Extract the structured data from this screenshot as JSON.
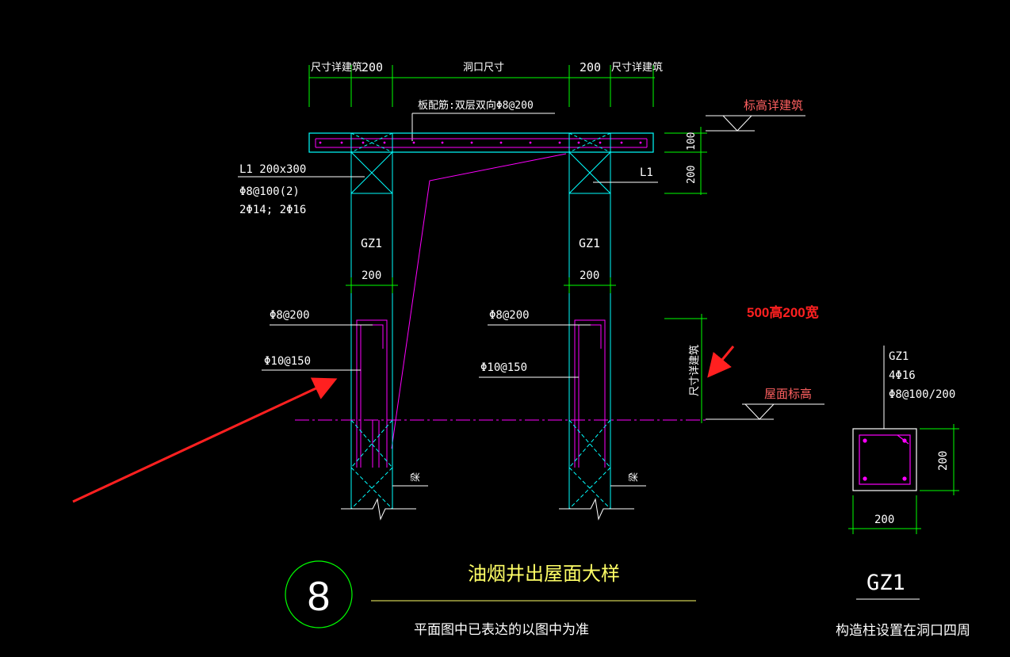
{
  "colors": {
    "background": "#000000",
    "concrete_outline": "#00ffff",
    "rebar": "#ff00ff",
    "dimension": "#00ff00",
    "text": "#ffffff",
    "elevation": "#ff6060",
    "title": "#ffff66",
    "annotation": "#ff2020"
  },
  "top_dims": {
    "left_arch": "尺寸详建筑",
    "left_col": "200",
    "opening": "洞口尺寸",
    "right_col": "200",
    "right_arch": "尺寸详建筑"
  },
  "slab_rebar_note": "板配筋:双层双向Φ8@200",
  "elevation_top": "标高详建筑",
  "elevation_roof": "屋面标高",
  "slab_dims": {
    "slab_thk": "100",
    "beam_h": "200"
  },
  "beam_left": {
    "line1": "L1  200x300",
    "line2": "Φ8@100(2)",
    "line3": "2Φ14; 2Φ16"
  },
  "beam_right": "L1",
  "gz_left": {
    "label": "GZ1",
    "width": "200",
    "stirrup": "Φ8@200",
    "vbar": "Φ10@150"
  },
  "gz_right": {
    "label": "GZ1",
    "width": "200",
    "stirrup": "Φ8@200",
    "vbar": "Φ10@150"
  },
  "upstand_dim": "尺寸详建筑",
  "beam_tag_left": "梁",
  "beam_tag_right": "梁",
  "annotation_note": "500高200宽",
  "section": {
    "line1": "GZ1",
    "line2": "4Φ16",
    "line3": "Φ8@100/200",
    "height": "200",
    "width": "200",
    "title": "GZ1",
    "subtitle": "构造柱设置在洞口四周"
  },
  "detail": {
    "number": "8",
    "title": "油烟井出屋面大样",
    "note": "平面图中已表达的以图中为准"
  }
}
